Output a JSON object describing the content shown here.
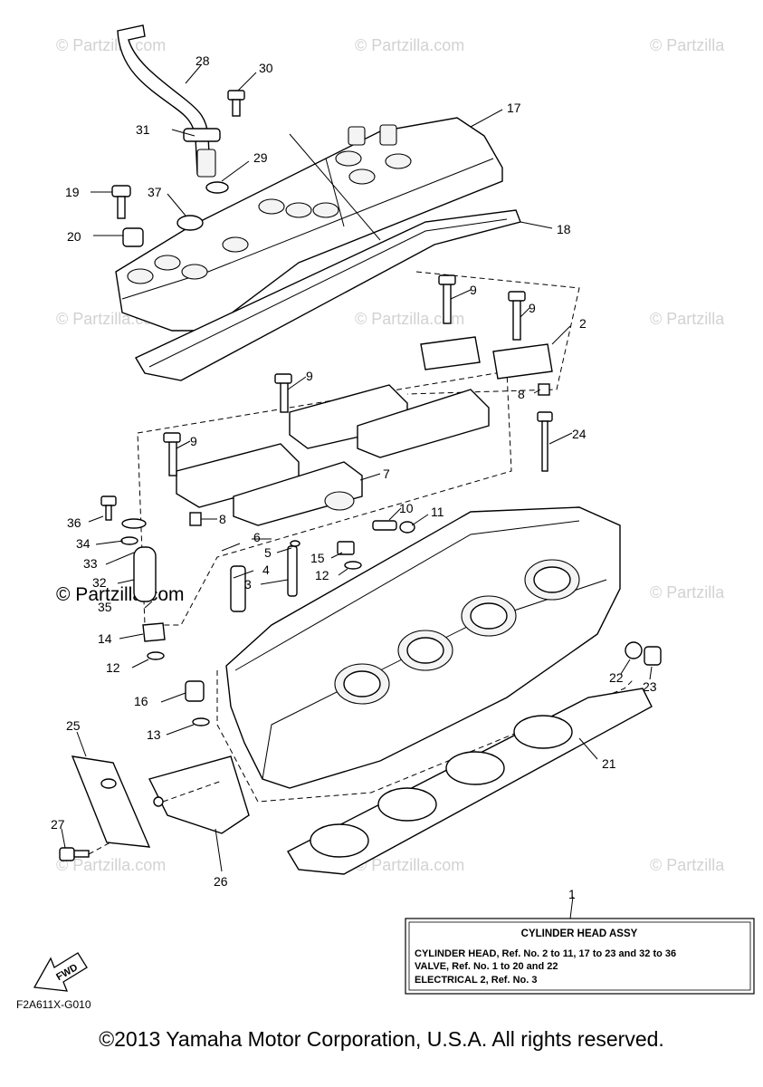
{
  "watermark": "© Partzilla.com",
  "watermark_short": "© Partzilla",
  "watermark_main": "© Partzilla.com",
  "callouts": [
    "28",
    "30",
    "31",
    "17",
    "29",
    "19",
    "37",
    "20",
    "18",
    "9",
    "9",
    "2",
    "9",
    "8",
    "24",
    "9",
    "7",
    "8",
    "10",
    "11",
    "36",
    "34",
    "6",
    "5",
    "15",
    "33",
    "4",
    "12",
    "32",
    "3",
    "35",
    "14",
    "12",
    "22",
    "23",
    "16",
    "13",
    "25",
    "21",
    "27",
    "26",
    "1"
  ],
  "assy_box": {
    "title": "CYLINDER HEAD ASSY",
    "lines": [
      "CYLINDER HEAD, Ref. No. 2 to 11, 17 to 23 and 32 to 36",
      "VALVE, Ref. No. 1 to 20 and 22",
      "ELECTRICAL 2, Ref. No. 3"
    ]
  },
  "fwd_label": "FWD",
  "diagram_code": "F2A611X-G010",
  "copyright": "©2013 Yamaha Motor Corporation, U.S.A. All rights reserved."
}
